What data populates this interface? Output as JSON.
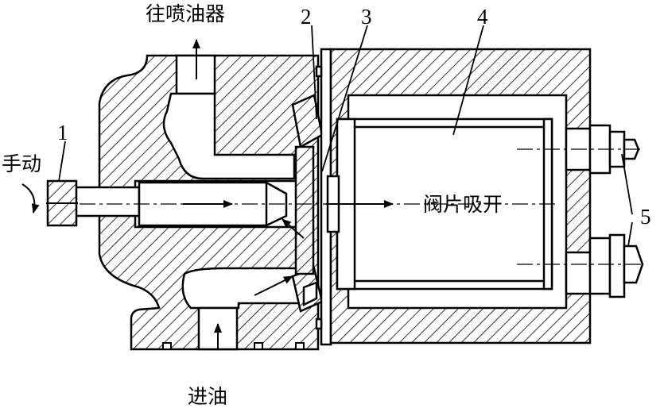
{
  "labels": {
    "to_injector": "往喷油器",
    "oil_inlet": "进油",
    "manual": "手动",
    "valve_open": "阀片吸开",
    "part_1": "1",
    "part_2": "2",
    "part_3": "3",
    "part_4": "4",
    "part_5": "5"
  },
  "colors": {
    "stroke": "#000000",
    "background": "#ffffff"
  }
}
